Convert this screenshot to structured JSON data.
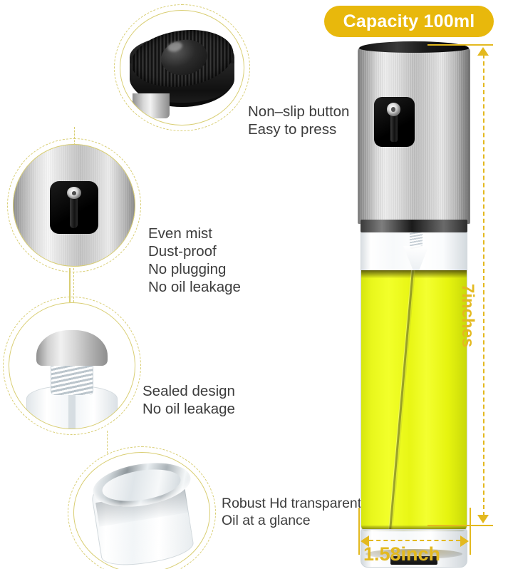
{
  "badge": {
    "capacity_label": "Capacity 100ml",
    "color": "#E8B80C"
  },
  "features": [
    {
      "id": "non-slip-button",
      "line1": "Non–slip button",
      "line2": "Easy to press"
    },
    {
      "id": "even-mist",
      "line1": "Even mist",
      "line2": "Dust-proof",
      "line3": "No plugging",
      "line4": "No oil leakage"
    },
    {
      "id": "sealed-design",
      "line1": "Sealed design",
      "line2": "No oil leakage"
    },
    {
      "id": "robust-hd",
      "line1": "Robust Hd transparent,",
      "line2": "Oil at a glance"
    }
  ],
  "callouts": [
    {
      "id": "cap-detail",
      "name": "black-ribbed-cap-closeup"
    },
    {
      "id": "nozzle-detail",
      "name": "spray-nozzle-closeup"
    },
    {
      "id": "seal-detail",
      "name": "threaded-neck-seal-closeup"
    },
    {
      "id": "glass-detail",
      "name": "clear-glass-body-closeup"
    }
  ],
  "dimensions": {
    "height_label": "7inches",
    "width_label": "1.58inch",
    "line_color": "#E3B91F"
  },
  "product": {
    "name": "oil-sprayer-bottle",
    "oil_color": "#EEFB1C",
    "steel_color": "#D4D4D4",
    "cap_color": "#121212"
  }
}
